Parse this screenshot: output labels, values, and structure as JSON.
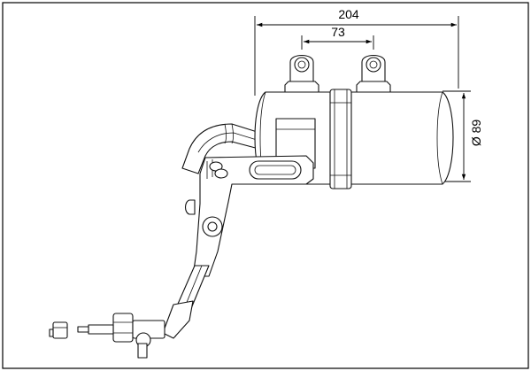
{
  "dimensions": {
    "length": "204",
    "port_spacing": "73",
    "diameter": "Ø 89"
  }
}
